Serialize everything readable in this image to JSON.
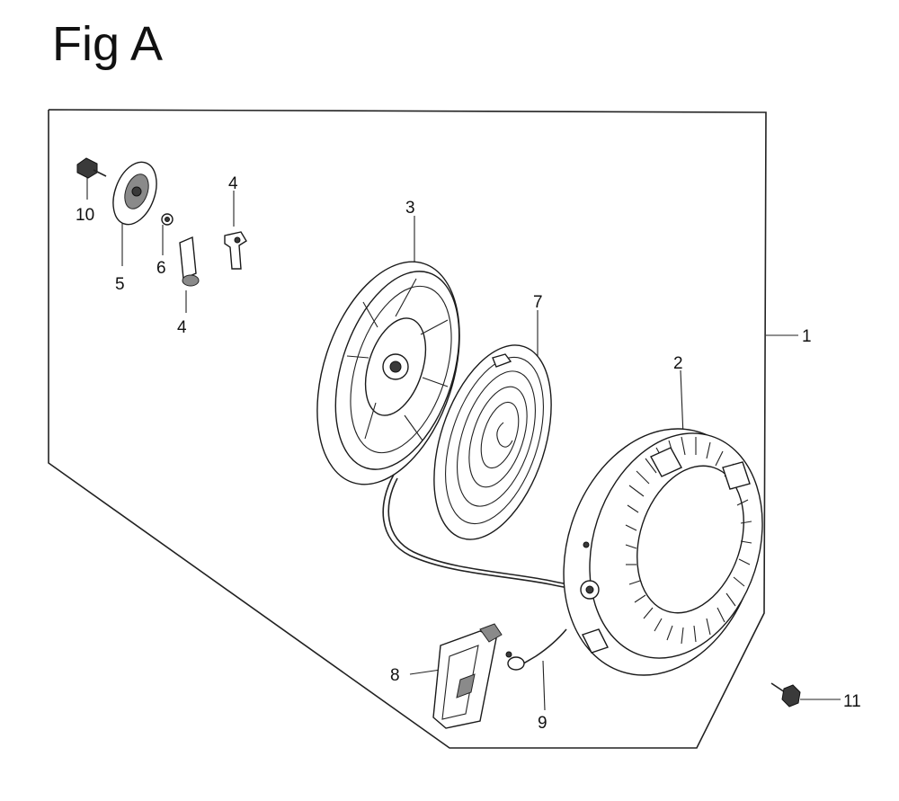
{
  "figure_title": "Fig A",
  "callouts": {
    "c1": "1",
    "c2": "2",
    "c3": "3",
    "c4a": "4",
    "c4b": "4",
    "c5": "5",
    "c6": "6",
    "c7": "7",
    "c8": "8",
    "c9": "9",
    "c10": "10",
    "c11": "11"
  }
}
